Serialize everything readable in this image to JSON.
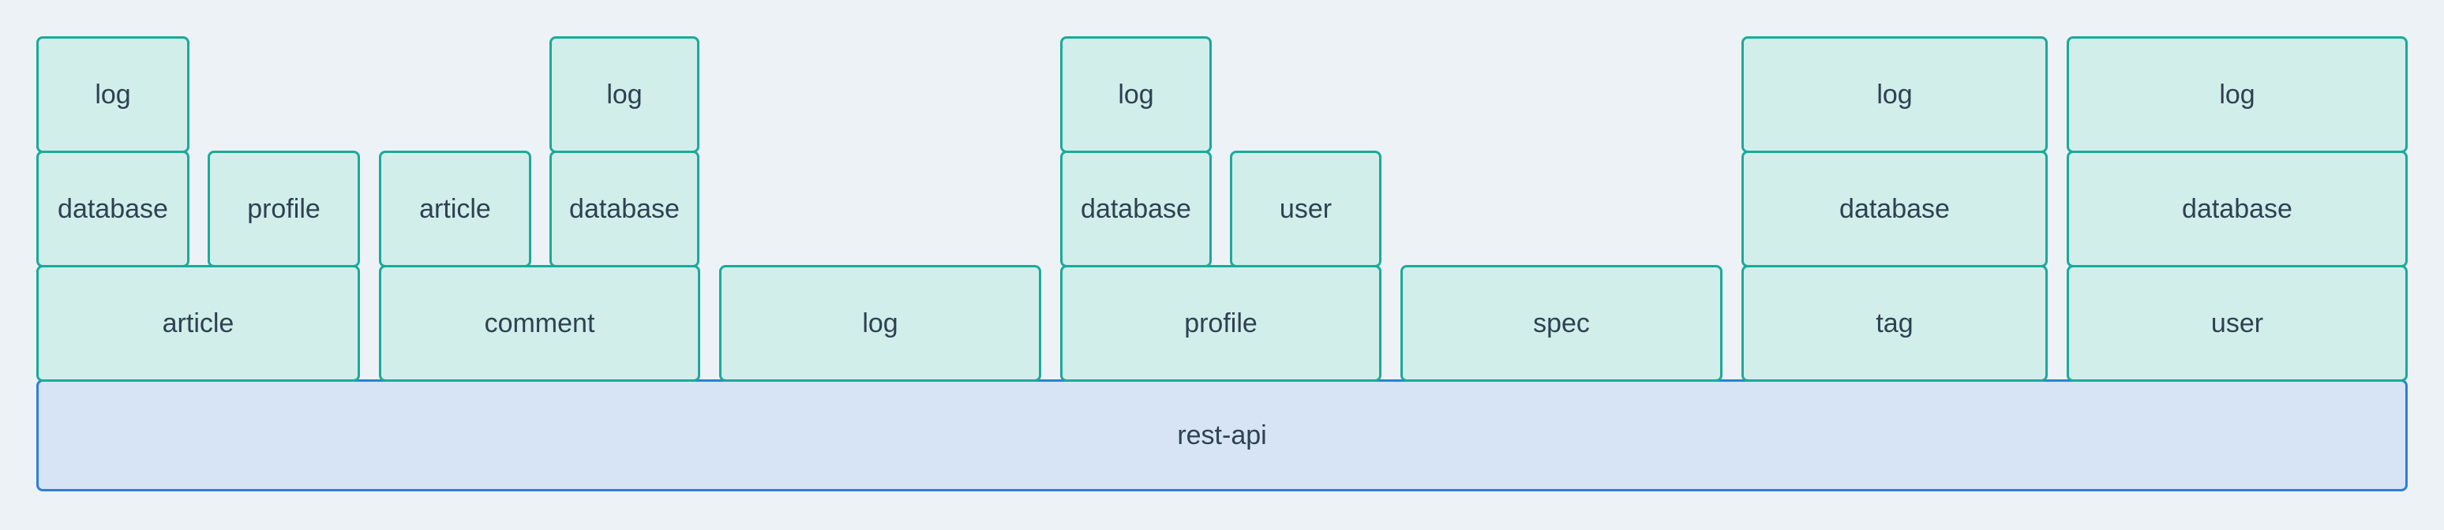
{
  "colors": {
    "background": "#edf2f7",
    "block_fill": "#d2eeeb",
    "block_border": "#1baa9a",
    "bar_fill": "#d6e4f5",
    "bar_border": "#2e7fd9",
    "text": "#2e4151"
  },
  "bar": {
    "label": "rest-api"
  },
  "stacks": [
    {
      "label": "article",
      "children": [
        {
          "label": "database",
          "children": [
            {
              "label": "log"
            }
          ]
        },
        {
          "label": "profile"
        }
      ]
    },
    {
      "label": "comment",
      "children": [
        {
          "label": "article"
        },
        {
          "label": "database",
          "children": [
            {
              "label": "log"
            }
          ]
        }
      ]
    },
    {
      "label": "log",
      "children": []
    },
    {
      "label": "profile",
      "children": [
        {
          "label": "database",
          "children": [
            {
              "label": "log"
            }
          ]
        },
        {
          "label": "user"
        }
      ]
    },
    {
      "label": "spec",
      "children": []
    },
    {
      "label": "tag",
      "children": [
        {
          "label": "database",
          "children": [
            {
              "label": "log"
            }
          ]
        }
      ]
    },
    {
      "label": "user",
      "children": [
        {
          "label": "database",
          "children": [
            {
              "label": "log"
            }
          ]
        }
      ]
    }
  ]
}
